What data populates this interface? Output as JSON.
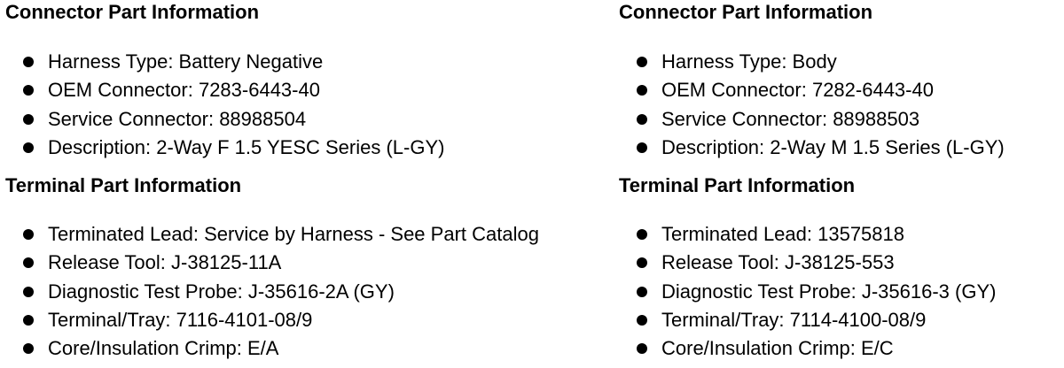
{
  "left": {
    "connector": {
      "heading": "Connector Part Information",
      "items": [
        "Harness Type: Battery Negative",
        "OEM Connector: 7283-6443-40",
        "Service Connector: 88988504",
        "Description: 2-Way F 1.5 YESC Series (L-GY)"
      ]
    },
    "terminal": {
      "heading": "Terminal Part Information",
      "items": [
        "Terminated Lead: Service by Harness - See Part Catalog",
        "Release Tool: J-38125-11A",
        "Diagnostic Test Probe: J-35616-2A (GY)",
        "Terminal/Tray: 7116-4101-08/9",
        "Core/Insulation Crimp: E/A"
      ]
    }
  },
  "right": {
    "connector": {
      "heading": "Connector Part Information",
      "items": [
        "Harness Type: Body",
        "OEM Connector: 7282-6443-40",
        "Service Connector: 88988503",
        "Description: 2-Way M 1.5 Series (L-GY)"
      ]
    },
    "terminal": {
      "heading": "Terminal Part Information",
      "items": [
        "Terminated Lead: 13575818",
        "Release Tool: J-38125-553",
        "Diagnostic Test Probe: J-35616-3 (GY)",
        "Terminal/Tray: 7114-4100-08/9",
        "Core/Insulation Crimp: E/C"
      ]
    }
  }
}
